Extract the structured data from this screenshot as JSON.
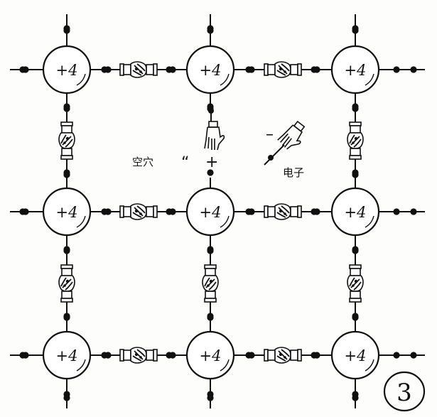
{
  "ions": [
    {
      "label": "+4"
    },
    {
      "label": "+4"
    },
    {
      "label": "+4"
    },
    {
      "label": "+4"
    },
    {
      "label": "+4"
    },
    {
      "label": "+4"
    },
    {
      "label": "+4"
    },
    {
      "label": "+4"
    },
    {
      "label": "+4"
    }
  ],
  "vacancy": {
    "label": "空穴",
    "ditto": "“",
    "sign": "+"
  },
  "electron": {
    "sign": "–",
    "label": "电子"
  },
  "figure_number": "3"
}
